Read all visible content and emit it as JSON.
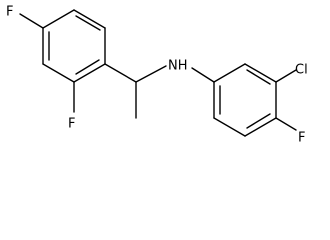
{
  "atoms": {
    "f_top_left": "F",
    "f_ortho": "F",
    "nh": "NH",
    "cl": "Cl",
    "f_para": "F"
  },
  "colors": {
    "ink": "#000000",
    "background": "#ffffff"
  }
}
